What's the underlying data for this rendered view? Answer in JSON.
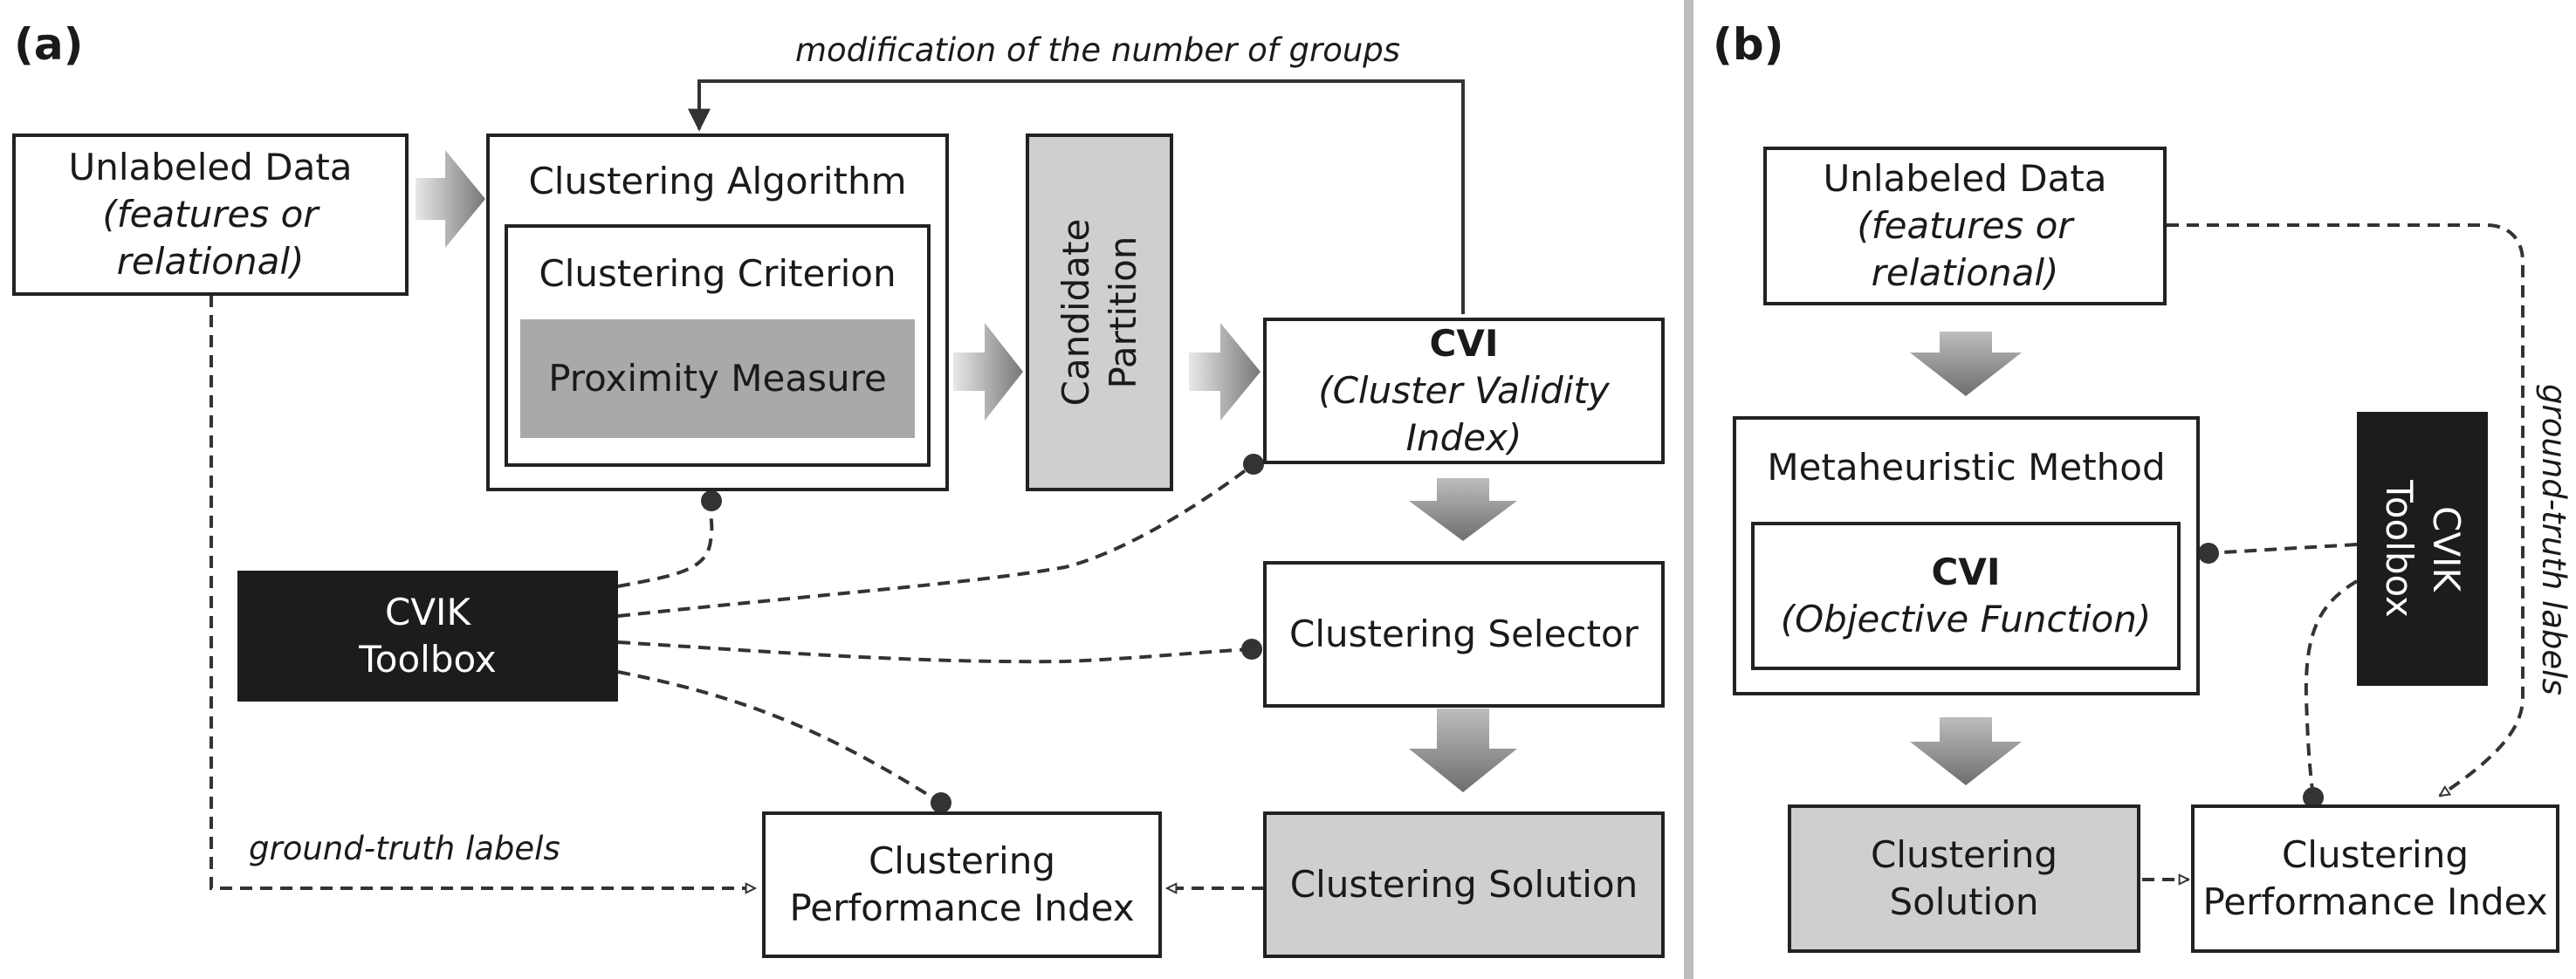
{
  "panel_a": {
    "label": "(a)",
    "unlabeled_data": {
      "title": "Unlabeled Data",
      "subtitle": "(features or relational)"
    },
    "clustering_algorithm": "Clustering Algorithm",
    "clustering_criterion": "Clustering Criterion",
    "proximity_measure": "Proximity Measure",
    "candidate_partition": [
      "Candidate",
      "Partition"
    ],
    "cvi": {
      "title": "CVI",
      "subtitle": "(Cluster Validity Index)"
    },
    "cvik_toolbox": [
      "CVIK",
      "Toolbox"
    ],
    "clustering_selector": "Clustering Selector",
    "clustering_solution": "Clustering Solution",
    "performance_index": [
      "Clustering",
      "Performance Index"
    ],
    "feedback_label": "modification of the number of groups",
    "ground_truth_label": "ground-truth labels"
  },
  "panel_b": {
    "label": "(b)",
    "unlabeled_data": {
      "title": "Unlabeled Data",
      "subtitle": "(features or relational)"
    },
    "metaheuristic": "Metaheuristic Method",
    "cvi": {
      "title": "CVI",
      "subtitle": "(Objective Function)"
    },
    "cvik_toolbox": [
      "CVIK",
      "Toolbox"
    ],
    "clustering_solution": [
      "Clustering",
      "Solution"
    ],
    "performance_index": [
      "Clustering",
      "Performance Index"
    ],
    "ground_truth_label": "ground-truth labels"
  },
  "colors": {
    "dark_box": "#1c1c1c",
    "light_gray": "#cfcfcf",
    "mid_gray": "#a9a9a9",
    "divider": "#bdbdbd"
  }
}
